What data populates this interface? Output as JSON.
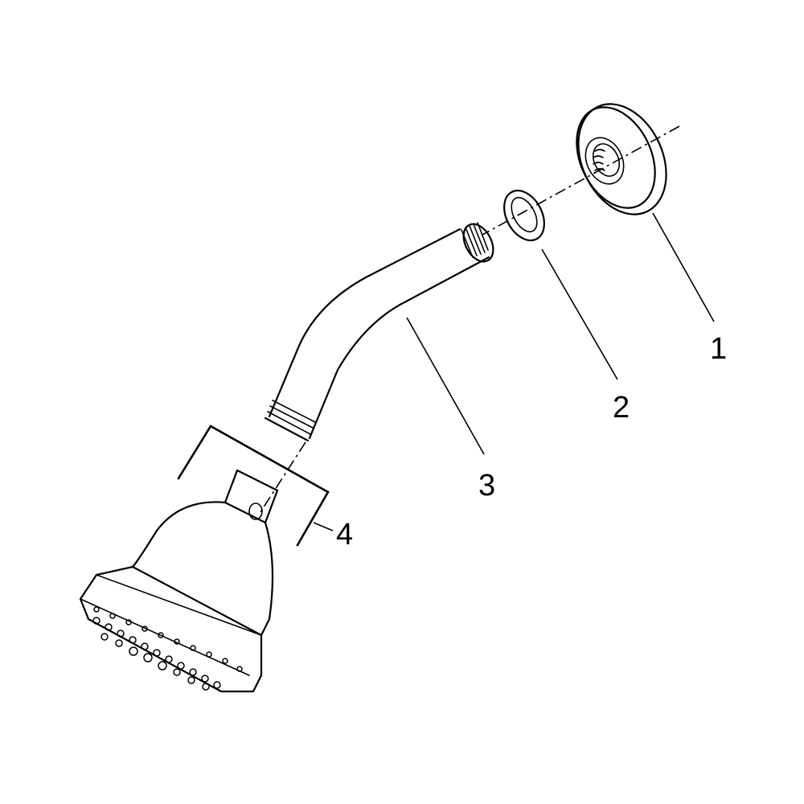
{
  "callouts": [
    {
      "id": "1",
      "label": "1",
      "part": "flange"
    },
    {
      "id": "2",
      "label": "2",
      "part": "washer"
    },
    {
      "id": "3",
      "label": "3",
      "part": "shower-arm"
    },
    {
      "id": "4",
      "label": "4",
      "part": "shower-head"
    }
  ],
  "colors": {
    "line": "#000000",
    "background": "#ffffff"
  }
}
